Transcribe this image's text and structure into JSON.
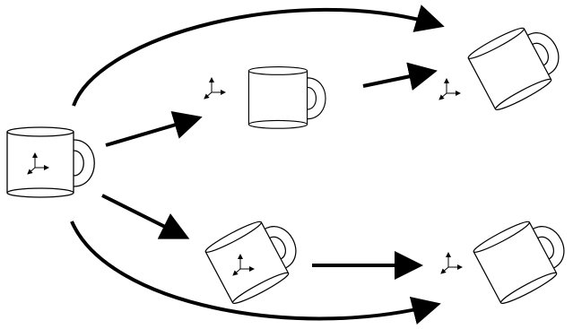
{
  "diagram": {
    "colors": {
      "background": "#ffffff",
      "stroke": "#000000"
    },
    "nodes": [
      {
        "name": "mug-original",
        "pose": "upright",
        "has_axes_inside": true
      },
      {
        "name": "mug-translated",
        "pose": "upright",
        "has_axes_beside": true
      },
      {
        "name": "mug-translated-then-rotated",
        "pose": "tilted",
        "has_axes_beside": true
      },
      {
        "name": "mug-rotated",
        "pose": "tilted",
        "has_axes_inside": true
      },
      {
        "name": "mug-rotated-then-translated",
        "pose": "tilted",
        "has_axes_beside": true
      }
    ],
    "edges": [
      {
        "from": "mug-original",
        "to": "mug-translated",
        "style": "straight"
      },
      {
        "from": "mug-translated",
        "to": "mug-translated-then-rotated",
        "style": "straight"
      },
      {
        "from": "mug-original",
        "to": "mug-rotated",
        "style": "straight"
      },
      {
        "from": "mug-rotated",
        "to": "mug-rotated-then-translated",
        "style": "straight"
      },
      {
        "from": "mug-original",
        "to": "mug-translated-then-rotated",
        "style": "curved"
      },
      {
        "from": "mug-original",
        "to": "mug-rotated-then-translated",
        "style": "curved"
      }
    ]
  }
}
